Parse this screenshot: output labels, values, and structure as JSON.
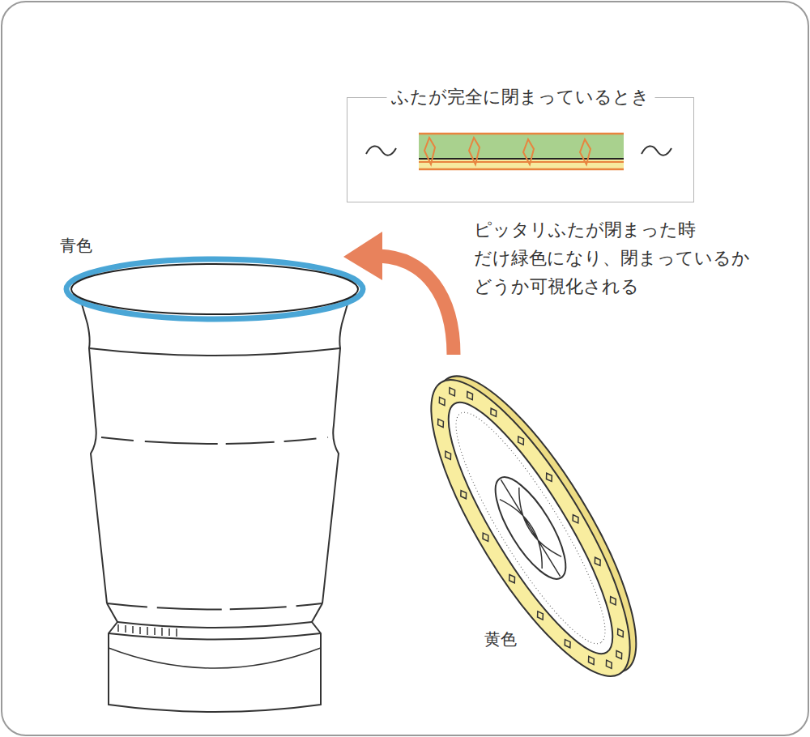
{
  "diagram": {
    "nodes": [
      {
        "text": [
          "ふたが完全に閉まっているとき"
        ]
      }
    ],
    "labels": [
      "青色",
      "ピッタリふたが閉まった時 だけ緑色になり、閉まっているか どうか可視化される",
      "黄色"
    ]
  }
}
